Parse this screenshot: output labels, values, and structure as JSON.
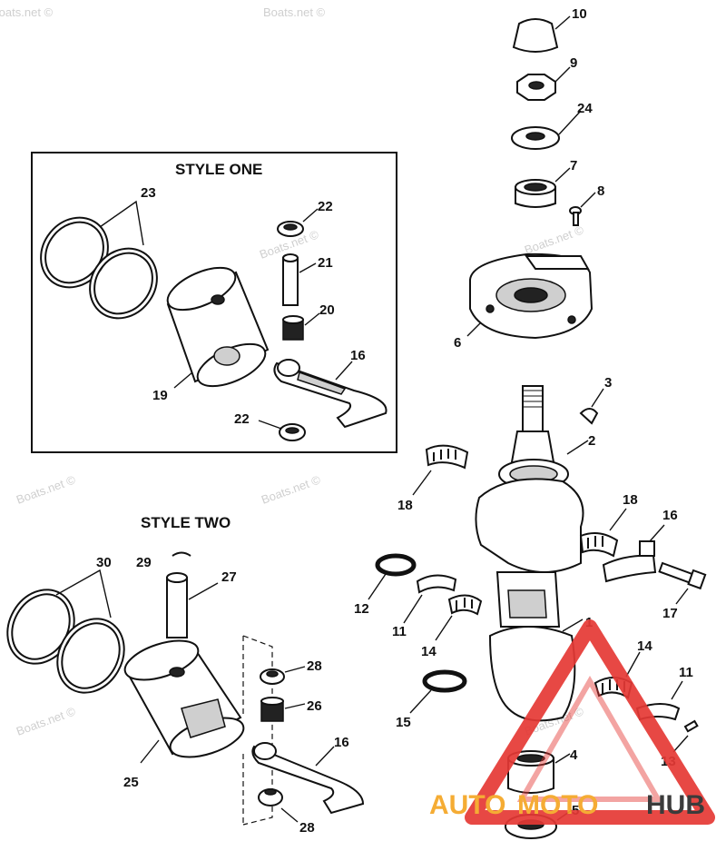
{
  "headings": {
    "style_one": "STYLE ONE",
    "style_two": "STYLE TWO"
  },
  "callouts": {
    "c1": "1",
    "c2": "2",
    "c3": "3",
    "c4": "4",
    "c5": "5",
    "c6": "6",
    "c7": "7",
    "c8": "8",
    "c9": "9",
    "c10": "10",
    "c11a": "11",
    "c11b": "11",
    "c12": "12",
    "c13": "13",
    "c14a": "14",
    "c14b": "14",
    "c15": "15",
    "c16a": "16",
    "c16b": "16",
    "c16c": "16",
    "c17": "17",
    "c18a": "18",
    "c18b": "18",
    "c19": "19",
    "c20": "20",
    "c21": "21",
    "c22a": "22",
    "c22b": "22",
    "c23": "23",
    "c24": "24",
    "c25": "25",
    "c26": "26",
    "c27": "27",
    "c28a": "28",
    "c28b": "28",
    "c29": "29",
    "c30": "30"
  },
  "watermark": "Boats.net ©",
  "logo": {
    "part1": "AUTO",
    "part2": "MOTO",
    "part3": "HUB",
    "color_red": "#e53935",
    "color_orange": "#f5a623",
    "color_dark": "#2b2b2b"
  }
}
